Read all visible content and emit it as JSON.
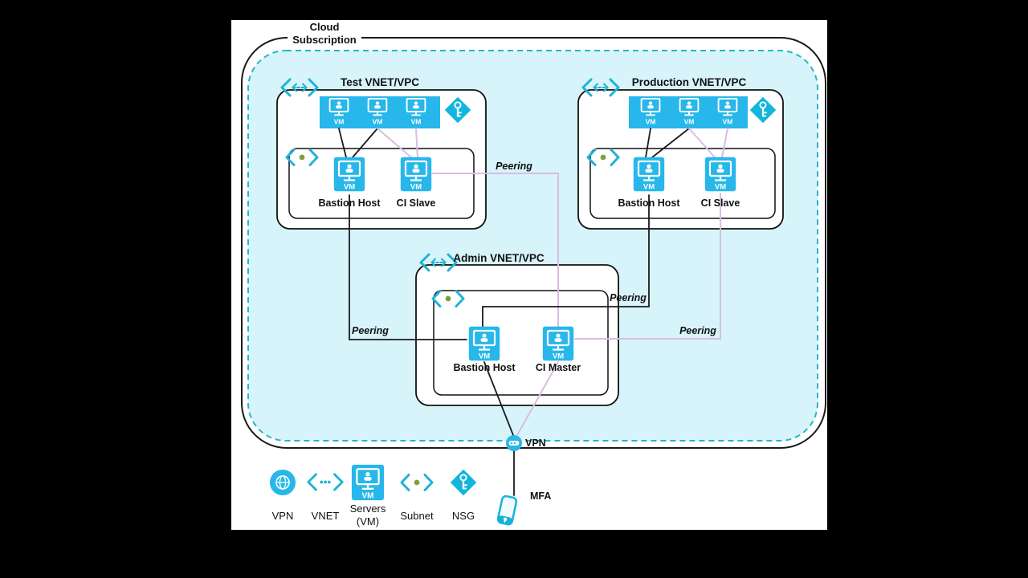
{
  "cloud": {
    "line1": "Cloud",
    "line2": "Subscription"
  },
  "vnets": {
    "test": {
      "title": "Test VNET/VPC",
      "bastion": "Bastion Host",
      "ci": "CI Slave"
    },
    "production": {
      "title": "Production VNET/VPC",
      "bastion": "Bastion Host",
      "ci": "CI Slave"
    },
    "admin": {
      "title": "Admin VNET/VPC",
      "bastion": "Bastion Host",
      "ci": "CI Master"
    }
  },
  "labels": {
    "vm": "VM",
    "peering": "Peering",
    "vpn": "VPN",
    "mfa": "MFA"
  },
  "legend": {
    "vpn": "VPN",
    "vnet": "VNET",
    "servers_line1": "Servers",
    "servers_line2": "(VM)",
    "subnet": "Subnet",
    "nsg": "NSG"
  },
  "colors": {
    "accent_cyan": "#27b7ea",
    "icon_cyan": "#1fb3d6",
    "background_tint": "#d6f4fa",
    "dashed_border": "#28b4cf",
    "peering_pink": "#d9bce2",
    "line_black": "#1a1a1a",
    "subnet_dot_green": "#7f9f3f"
  }
}
